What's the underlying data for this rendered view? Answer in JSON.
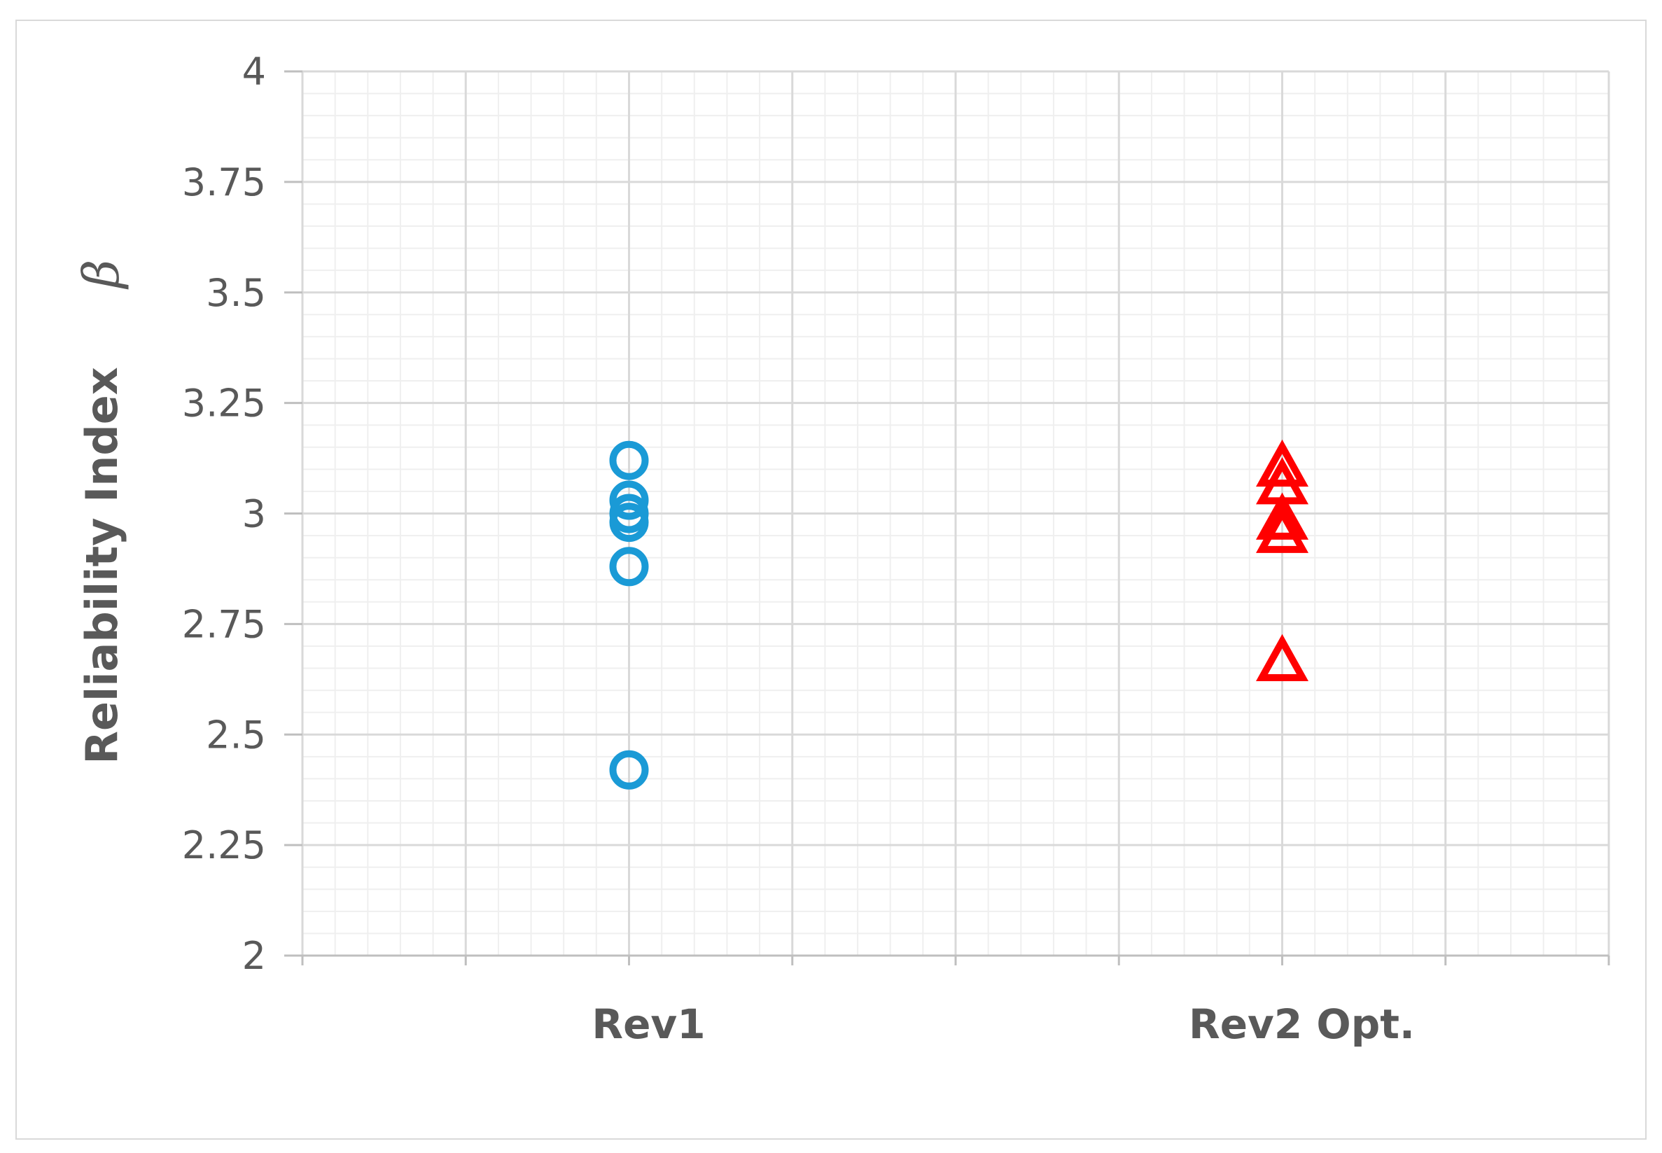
{
  "chart_data": {
    "type": "scatter",
    "ylabel": "Reliability Index",
    "ylabel_symbol": "β",
    "xlabel": "",
    "categories": [
      "Rev1",
      "Rev2 Opt."
    ],
    "ylim": [
      2,
      4
    ],
    "yticks": [
      "2",
      "2.25",
      "2.5",
      "2.75",
      "3",
      "3.25",
      "3.5",
      "3.75",
      "4"
    ],
    "grid": true,
    "series": [
      {
        "category": "Rev1",
        "marker": "circle",
        "color": "#1a9ad6",
        "values": [
          3.12,
          3.03,
          3.0,
          2.98,
          2.88,
          2.42
        ]
      },
      {
        "category": "Rev2 Opt.",
        "marker": "triangle",
        "color": "#ff0000",
        "values": [
          3.1,
          3.06,
          2.98,
          2.95,
          2.66
        ]
      }
    ]
  }
}
